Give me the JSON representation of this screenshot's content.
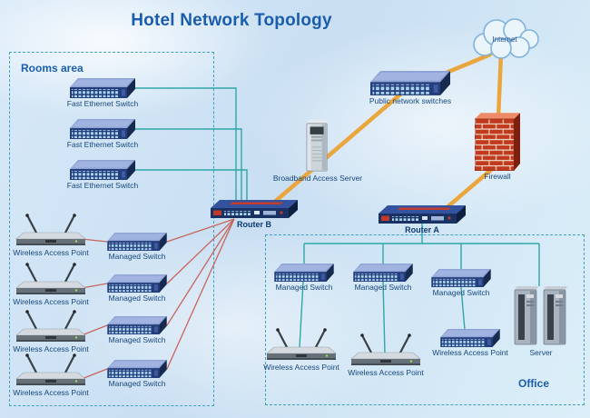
{
  "title": "Hotel Network Topology",
  "zones": {
    "rooms": "Rooms area",
    "office": "Office"
  },
  "nodes": {
    "internet": "Internet",
    "public_switch": "Public network switches",
    "broadband_server": "Broadband Access Server",
    "firewall": "Firewall",
    "router_b": "Router B",
    "router_a": "Router A",
    "fast_ethernet_switches": [
      "Fast Ethernet Switch",
      "Fast Ethernet Switch",
      "Fast Ethernet Switch"
    ],
    "rooms_access_points": [
      "Wireless Access Point",
      "Wireless Access Point",
      "Wireless Access Point",
      "Wireless Access Point"
    ],
    "rooms_managed_switches": [
      "Managed Switch",
      "Managed Switch",
      "Managed Switch",
      "Managed Switch"
    ],
    "office_managed_switches": [
      "Managed Switch",
      "Managed Switch",
      "Managed Switch"
    ],
    "office_access_points": [
      "Wireless Access Point",
      "Wireless Access Point",
      "Wireless Access Point"
    ],
    "server": "Server"
  },
  "icons": {
    "internet": "cloud-icon",
    "switch": "switch-icon",
    "router": "router-icon",
    "access_point": "wireless-access-point-icon",
    "server": "tower-server-icon",
    "firewall": "brick-wall-icon"
  },
  "colors": {
    "title": "#1A5DAD",
    "label": "#17477E",
    "zone_border": "#42A0C8",
    "link_backbone": "#EAA63C",
    "link_lan": "#2EA7A7",
    "link_rooms": "#C9655C"
  }
}
